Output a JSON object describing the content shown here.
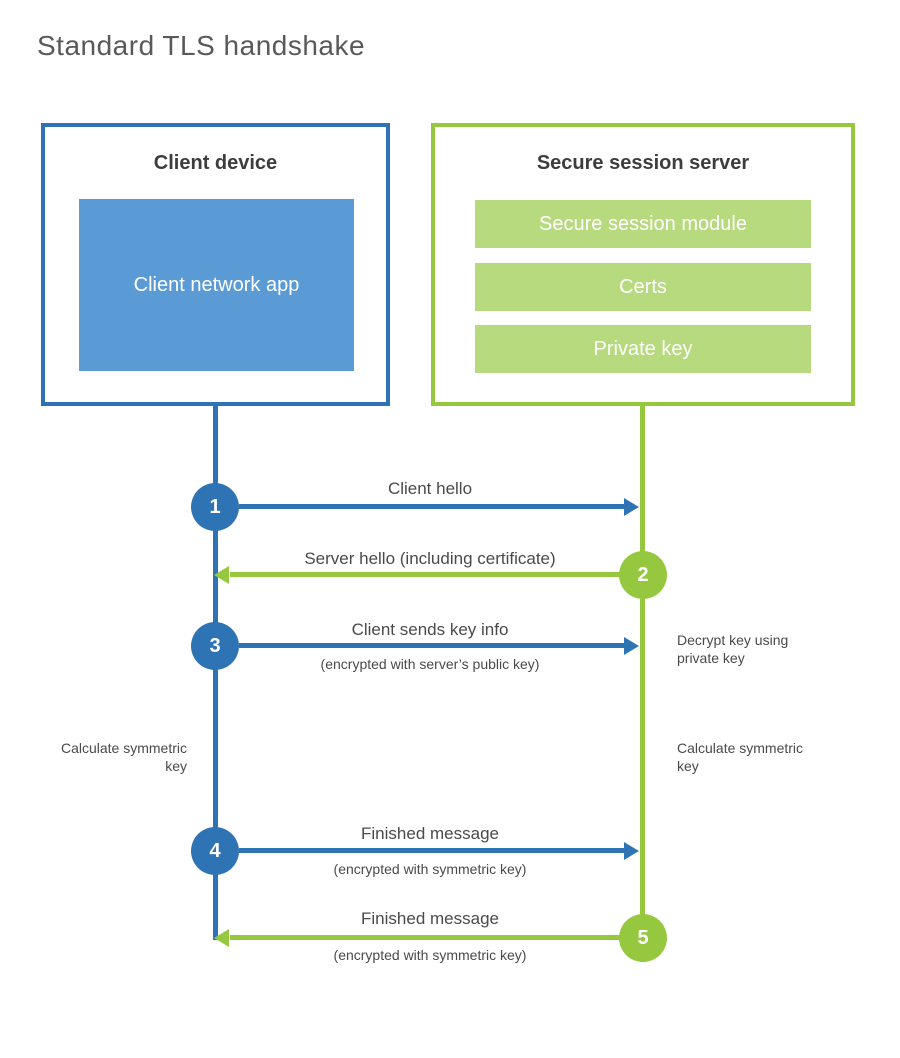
{
  "title": "Standard TLS handshake",
  "colors": {
    "blue": "#2e74b5",
    "blue_fill": "#5b9bd5",
    "green": "#96c83f",
    "green_fill": "#b7da7e",
    "heading": "#3d3d3d",
    "text": "#4a4a4a",
    "title_gray": "#595959"
  },
  "client": {
    "heading": "Client device",
    "module": "Client network app"
  },
  "server": {
    "heading": "Secure session server",
    "modules": [
      "Secure session module",
      "Certs",
      "Private key"
    ]
  },
  "steps": [
    {
      "num": "1",
      "actor": "client",
      "direction": "right",
      "label": "Client hello",
      "sublabel": ""
    },
    {
      "num": "2",
      "actor": "server",
      "direction": "left",
      "label": "Server hello (including certificate)",
      "sublabel": ""
    },
    {
      "num": "3",
      "actor": "client",
      "direction": "right",
      "label": "Client sends key info",
      "sublabel": "(encrypted with server’s public key)"
    },
    {
      "num": "4",
      "actor": "client",
      "direction": "right",
      "label": "Finished message",
      "sublabel": "(encrypted with symmetric key)"
    },
    {
      "num": "5",
      "actor": "server",
      "direction": "left",
      "label": "Finished message",
      "sublabel": "(encrypted with symmetric key)"
    }
  ],
  "annotations": {
    "decrypt_note": "Decrypt key using private key",
    "calc_left": "Calculate symmetric key",
    "calc_right": "Calculate symmetric key"
  }
}
